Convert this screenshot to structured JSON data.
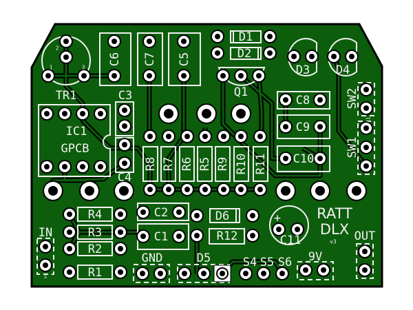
{
  "board": {
    "title": "RATT",
    "subtitle": "DLX",
    "version": "v3",
    "colors": {
      "board": "#0c5d0c",
      "silkscreen": "#f2f2f2",
      "copper_pad": "#ffffff",
      "outline": "#000000"
    }
  },
  "labels": {
    "TR1": "TR1",
    "TR1_pin1": "1",
    "TR1_pin2": "2",
    "TR1_pin3": "3",
    "C1": "C1",
    "C2": "C2",
    "C3": "C3",
    "C4": "C4",
    "C5": "C5",
    "C6": "C6",
    "C7": "C7",
    "C8": "C8",
    "C9": "C9",
    "C10": "C10",
    "C11": "C11",
    "C11_plus": "+",
    "D1": "D1",
    "D2": "D2",
    "D3": "D3",
    "D4": "D4",
    "D5": "D5",
    "D6": "D6",
    "Q1": "Q1",
    "IC1": "IC1",
    "IC1_sub": "GPCB",
    "R1": "R1",
    "R2": "R2",
    "R3": "R3",
    "R4": "R4",
    "R5": "R5",
    "R6": "R6",
    "R7": "R7",
    "R8": "R8",
    "R9": "R9",
    "R10": "R10",
    "R11": "R11",
    "R12": "R12",
    "SW1": "SW1",
    "SW2": "SW2",
    "SW_pin": "1",
    "IN": "IN",
    "OUT": "OUT",
    "GND": "GND",
    "V9": "9V",
    "S4": "S4",
    "S5": "S5",
    "S6": "S6",
    "pin_mark": "⊥"
  }
}
